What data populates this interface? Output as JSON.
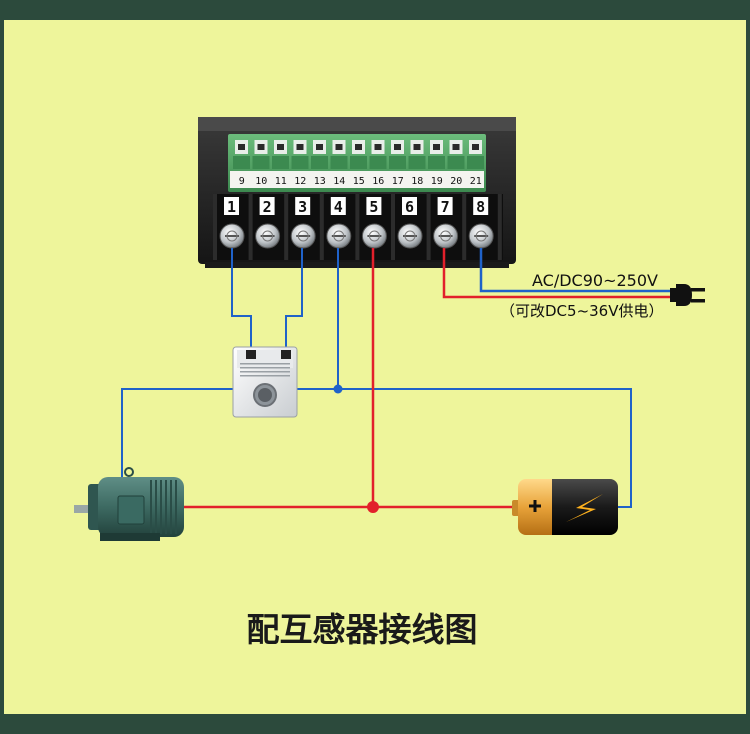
{
  "diagram": {
    "title": "配互感器接线图",
    "green_terminal_numbers": [
      "9",
      "10",
      "11",
      "12",
      "13",
      "14",
      "15",
      "16",
      "17",
      "18",
      "19",
      "20",
      "21"
    ],
    "screw_terminal_numbers": [
      "1",
      "2",
      "3",
      "4",
      "5",
      "6",
      "7",
      "8"
    ],
    "power_label_main": "AC/DC90~250V",
    "power_label_alt": "（可改DC5~36V供电）"
  },
  "colors": {
    "background": "#eef59b",
    "frame": "#2c4a3c",
    "wire_blue": "#1f62c9",
    "wire_red": "#e2202b",
    "device_body": "#2b2b2b",
    "terminal_green": "#4f9f63"
  }
}
